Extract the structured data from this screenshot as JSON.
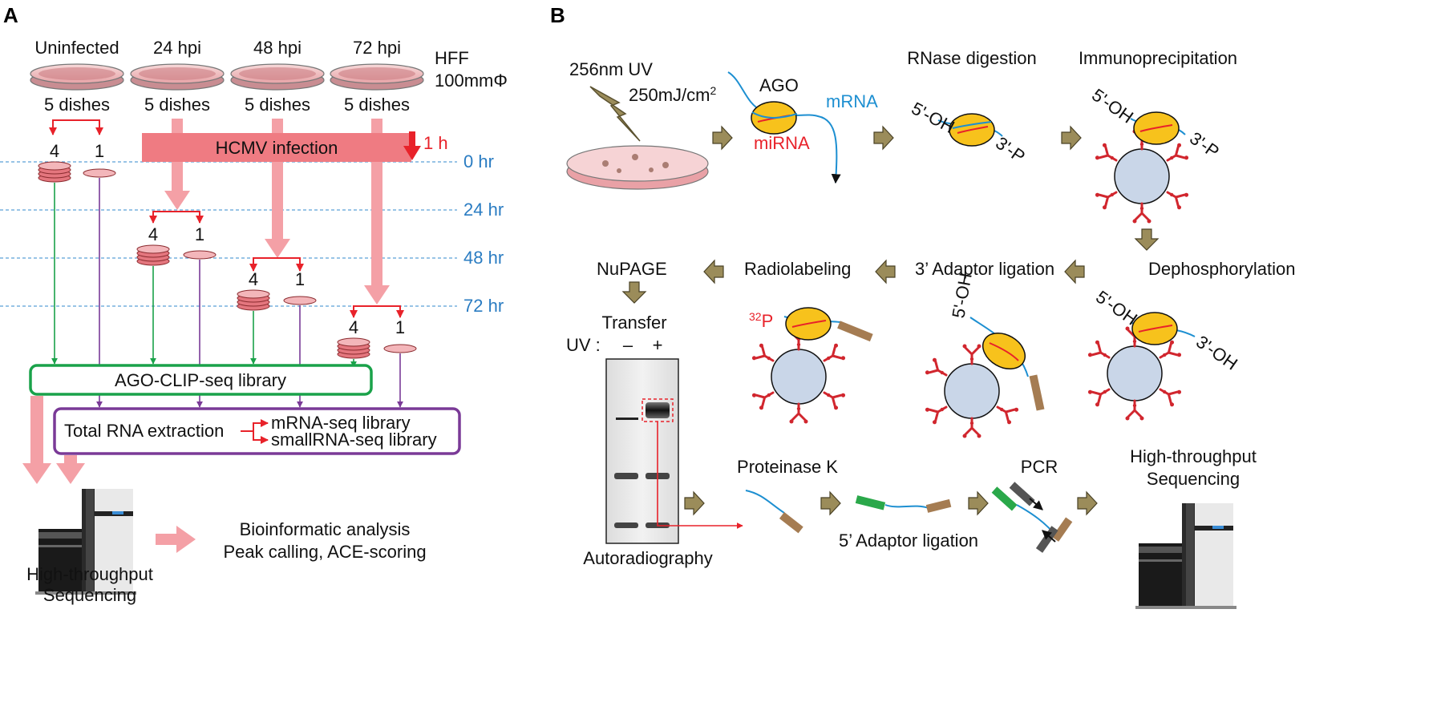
{
  "panel_a": {
    "label": "A",
    "conditions": [
      "Uninfected",
      "24 hpi",
      "48 hpi",
      "72 hpi"
    ],
    "dish_count": "5 dishes",
    "cell_type": "HFF",
    "dish_size": "100mmΦ",
    "split_a": "4",
    "split_b": "1",
    "infection_label": "HCMV infection",
    "infection_duration": "1 h",
    "timepoints": [
      "0 hr",
      "24 hr",
      "48 hr",
      "72 hr"
    ],
    "clip_library": "AGO-CLIP-seq library",
    "total_rna": "Total RNA extraction",
    "mrna_library": "mRNA-seq library",
    "smallrna_library": "smallRNA-seq library",
    "sequencing_line1": "High-throughput",
    "sequencing_line2": "Sequencing",
    "analysis_line1": "Bioinformatic analysis",
    "analysis_line2": "Peak calling, ACE-scoring",
    "colors": {
      "arrow_pink": "#f4a0a6",
      "infection_bar": "#ef7b82",
      "split_red": "#e8222a",
      "timeline_blue": "#2a7cc2",
      "clip_green": "#1aa24a",
      "rna_purple": "#7a3a97"
    }
  },
  "panel_b": {
    "label": "B",
    "uv_wavelength": "256nm UV",
    "uv_dose": "250mJ/cm",
    "uv_dose_sup": "2",
    "ago": "AGO",
    "mrna": "mRNA",
    "mirna": "miRNA",
    "rnase": "RNase digestion",
    "ip": "Immunoprecipitation",
    "end_5": "5'-OH",
    "end_3p": "3'-P",
    "end_3oh": "3'-OH",
    "dephos": "Dephosphorylation",
    "adaptor3": "3’ Adaptor ligation",
    "radiolabel": "Radiolabeling",
    "p32_sup": "32",
    "p32_base": "P",
    "nupage": "NuPAGE",
    "transfer": "Transfer",
    "uv_label": "UV :",
    "uv_minus": "–",
    "uv_plus": "+",
    "autorad": "Autoradiography",
    "proteinase": "Proteinase K",
    "adaptor5": "5’ Adaptor ligation",
    "pcr": "PCR",
    "seq_line1": "High-throughput",
    "seq_line2": "Sequencing",
    "colors": {
      "step_arrow": "#9b8c5a",
      "ago_yellow": "#f7c21c",
      "bead_blue": "#c9d6e8",
      "rna_blue": "#1d8fd1",
      "mirna_red": "#e8222a",
      "adaptor_brown": "#a57c52",
      "adaptor_green": "#2aa84a"
    }
  }
}
